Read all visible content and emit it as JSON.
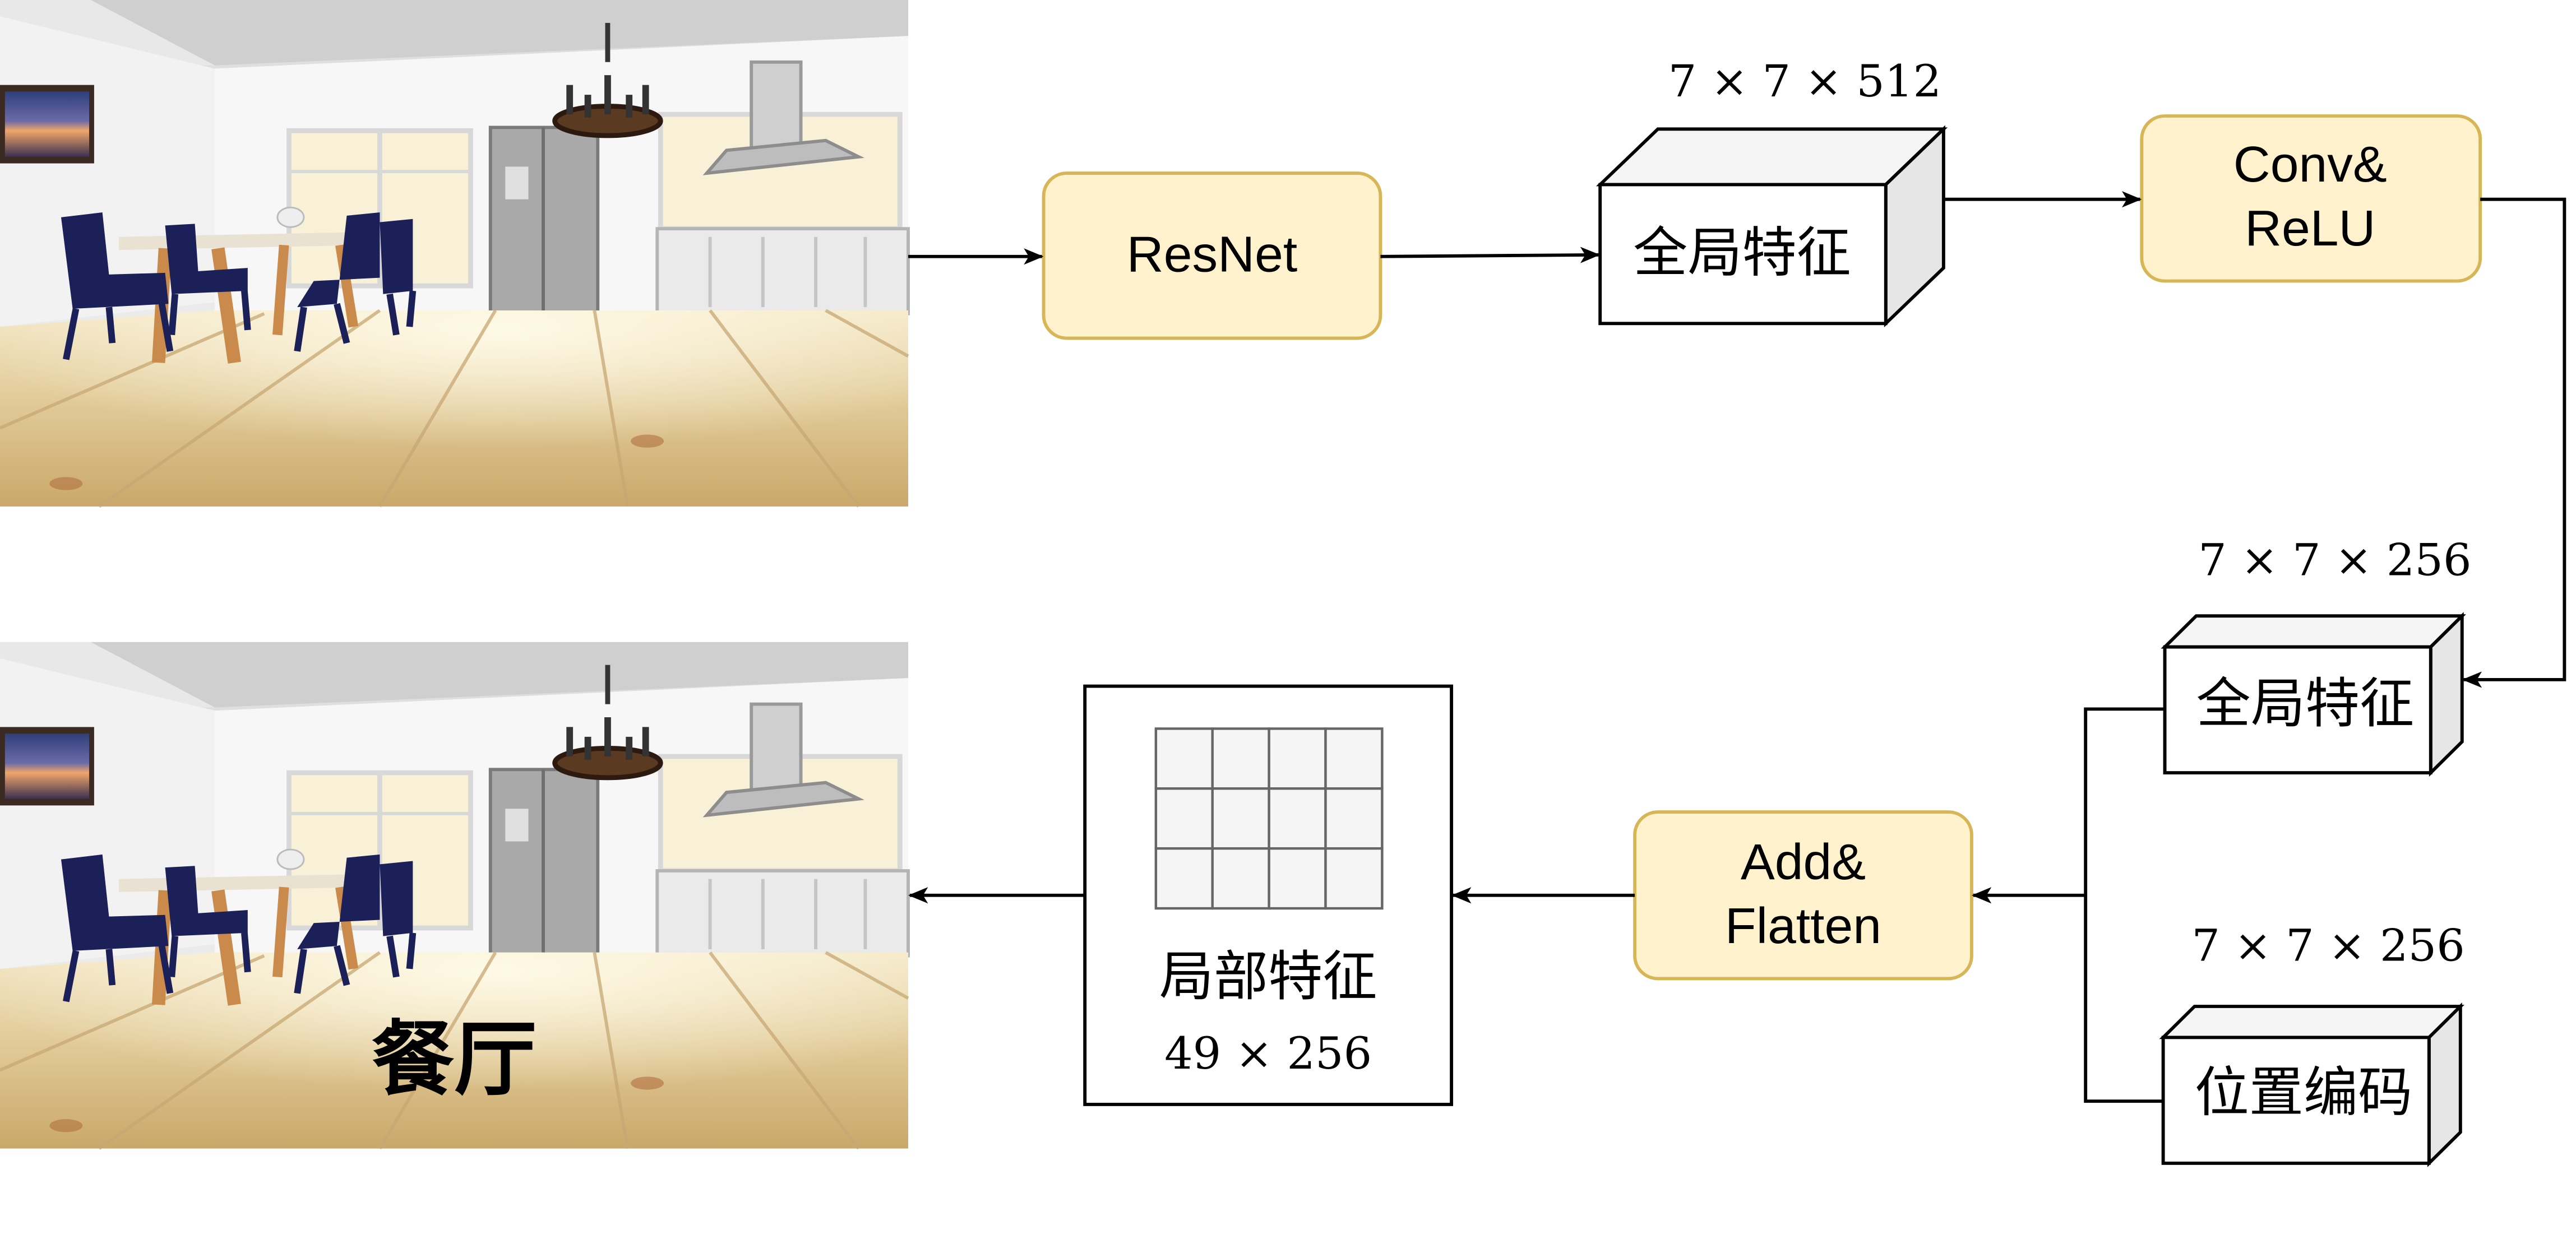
{
  "colors": {
    "module_fill": "#fff2cc",
    "module_stroke": "#d6b656",
    "block_front": "#ffffff",
    "block_top": "#f5f5f5",
    "block_side": "#e6e6e6",
    "line": "#000000",
    "grid_fill": "#f5f5f5",
    "grid_stroke": "#666666"
  },
  "images": {
    "input_scene": "room-scene-image",
    "output_scene": "room-scene-image"
  },
  "modules": {
    "resnet": "ResNet",
    "conv_line1": "Conv&",
    "conv_line2": "ReLU",
    "add_line1": "Add&",
    "add_line2": "Flatten"
  },
  "blocks": {
    "global_feature_1": "全局特征",
    "global_feature_1_dim": "7 × 7 × 512",
    "global_feature_2": "全局特征",
    "global_feature_2_dim": "7 × 7 × 256",
    "position_encoding": "位置编码",
    "position_encoding_dim": "7 × 7 × 256"
  },
  "local_feature": {
    "label": "局部特征",
    "dim": "49 × 256",
    "grid_rows": 3,
    "grid_cols": 4
  },
  "output_label": "餐厅"
}
